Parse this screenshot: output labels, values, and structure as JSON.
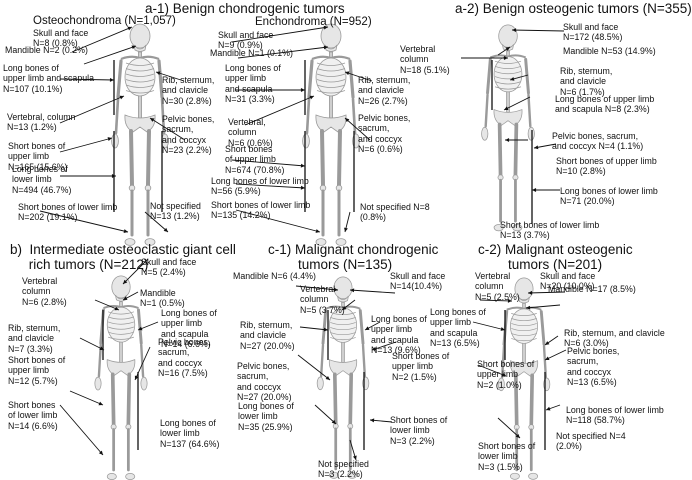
{
  "panels": [
    {
      "id": "a1",
      "title": "a-1) Benign chondrogenic tumors",
      "figures": [
        {
          "subtitle": "Osteochondroma (N=1,057)",
          "labels": [
            {
              "key": "skull",
              "text": "Skull and face\nN=8 (0.8%)"
            },
            {
              "key": "mandible",
              "text": "Mandible N=2 (0.2%)"
            },
            {
              "key": "long_upper",
              "text": "Long bones of\nupper limb and scapula\nN=107 (10.1%)"
            },
            {
              "key": "rib",
              "text": "Rib, sternum,\nand clavicle\nN=30 (2.8%)"
            },
            {
              "key": "vert",
              "text": "Vertebral, column\nN=13 (1.2%)"
            },
            {
              "key": "pelvic",
              "text": "Pelvic bones,\nsacrum,\nand coccyx\nN=23 (2.2%)"
            },
            {
              "key": "short_upper",
              "text": "Short bones of\nupper limb\nN=165 (15.6%)"
            },
            {
              "key": "long_lower",
              "text": "Long bones of\nlower limb\nN=494 (46.7%)"
            },
            {
              "key": "short_lower",
              "text": "Short bones of lower limb\nN=202 (19.1%)"
            },
            {
              "key": "not_spec",
              "text": "Not specified\nN=13 (1.2%)"
            }
          ]
        },
        {
          "subtitle": "Enchondroma (N=952)",
          "labels": [
            {
              "key": "skull",
              "text": "Skull and face\nN=9 (0.9%)"
            },
            {
              "key": "mandible",
              "text": "Mandible N=1 (0.1%)"
            },
            {
              "key": "long_upper",
              "text": "Long bones of\nupper limb\nand scapula\nN=31 (3.3%)"
            },
            {
              "key": "rib",
              "text": "Rib, sternum,\nand clavicle\nN=26 (2.7%)"
            },
            {
              "key": "vert",
              "text": "Vertebral,\ncolumn\nN=6 (0.6%)"
            },
            {
              "key": "pelvic",
              "text": "Pelvic bones,\nsacrum,\nand coccyx\nN=6 (0.6%)"
            },
            {
              "key": "short_upper",
              "text": "Short bones\nof upper limb\nN=674 (70.8%)"
            },
            {
              "key": "long_lower",
              "text": "Long bones of lower limb\nN=56 (5.9%)"
            },
            {
              "key": "short_lower",
              "text": "Short bones of lower limb\nN=135 (14.2%)"
            },
            {
              "key": "not_spec",
              "text": "Not specified N=8\n(0.8%)"
            }
          ]
        }
      ]
    },
    {
      "id": "a2",
      "title": "a-2) Benign osteogenic tumors (N=355)",
      "figures": [
        {
          "subtitle": "",
          "labels": [
            {
              "key": "skull",
              "text": "Skull and face\nN=172 (48.5%)"
            },
            {
              "key": "vert",
              "text": "Vertebral\ncolumn\nN=18 (5.1%)"
            },
            {
              "key": "mandible",
              "text": "Mandible N=53 (14.9%)"
            },
            {
              "key": "rib",
              "text": "Rib, sternum,\nand clavicle\nN=6 (1.7%)"
            },
            {
              "key": "long_upper",
              "text": "Long bones of upper limb\nand scapula N=8 (2.3%)"
            },
            {
              "key": "pelvic",
              "text": "Pelvic bones, sacrum,\nand coccyx N=4 (1.1%)"
            },
            {
              "key": "short_upper",
              "text": "Short bones of upper limb\nN=10 (2.8%)"
            },
            {
              "key": "long_lower",
              "text": "Long bones of lower limb\nN=71 (20.0%)"
            },
            {
              "key": "short_lower",
              "text": "Short bones of lower limb\nN=13 (3.7%)"
            }
          ]
        }
      ]
    },
    {
      "id": "b",
      "title": "b)  Intermediate osteoclastic giant cell\n     rich tumors (N=212)",
      "figures": [
        {
          "subtitle": "",
          "labels": [
            {
              "key": "skull",
              "text": "Skull and face\nN=5 (2.4%)"
            },
            {
              "key": "vert",
              "text": "Vertebral\ncolumn\nN=6 (2.8%)"
            },
            {
              "key": "mandible",
              "text": "Mandible\nN=1 (0.5%)"
            },
            {
              "key": "long_upper",
              "text": "Long bones of\nupper limb\nand scapula\nN=14 (6.6%)"
            },
            {
              "key": "rib",
              "text": "Rib, sternum,\nand clavicle\nN=7 (3.3%)"
            },
            {
              "key": "pelvic",
              "text": "Pelvic bones,\nsacrum,\nand coccyx\nN=16 (7.5%)"
            },
            {
              "key": "short_upper",
              "text": "Short bones of\nupper limb\nN=12 (5.7%)"
            },
            {
              "key": "short_lower",
              "text": "Short bones\nof lower limb\nN=14 (6.6%)"
            },
            {
              "key": "long_lower",
              "text": "Long bones of\nlower limb\nN=137 (64.6%)"
            }
          ]
        }
      ]
    },
    {
      "id": "c1",
      "title": "c-1) Malignant chondrogenic\n        tumors (N=135)",
      "figures": [
        {
          "subtitle": "",
          "labels": [
            {
              "key": "mandible",
              "text": "Mandible N=6 (4.4%)"
            },
            {
              "key": "skull",
              "text": "Skull and face\nN=14(10.4%)"
            },
            {
              "key": "vert",
              "text": "Vertebral\ncolumn\nN=5 (3.7%)"
            },
            {
              "key": "long_upper",
              "text": "Long bones of\nupper limb\nand scapula\nN=13 (9.6%)"
            },
            {
              "key": "rib",
              "text": "Rib, sternum,\nand clavicle\nN=27 (20.0%)"
            },
            {
              "key": "pelvic",
              "text": "Pelvic bones,\nsacrum,\nand coccyx\nN=27 (20.0%)"
            },
            {
              "key": "short_upper",
              "text": "Short bones of\nupper limb\nN=2 (1.5%)"
            },
            {
              "key": "long_lower",
              "text": "Long bones of\nlower limb\nN=35 (25.9%)"
            },
            {
              "key": "short_lower",
              "text": "Short bones of\nlower limb\nN=3 (2.2%)"
            },
            {
              "key": "not_spec",
              "text": "Not specified\nN=3 (2.2%)"
            }
          ]
        }
      ]
    },
    {
      "id": "c2",
      "title": "c-2) Malignant osteogenic\n        tumors (N=201)",
      "figures": [
        {
          "subtitle": "",
          "labels": [
            {
              "key": "vert",
              "text": "Vertebral\ncolumn\nN=5 (2.5%)"
            },
            {
              "key": "skull",
              "text": "Skull and face\nN=20 (10.0%)"
            },
            {
              "key": "mandible",
              "text": "Mandible N=17 (8.5%)"
            },
            {
              "key": "long_upper",
              "text": "Long bones of\nupper limb\nand scapula\nN=13 (6.5%)"
            },
            {
              "key": "rib",
              "text": "Rib, sternum, and clavicle\nN=6 (3.0%)"
            },
            {
              "key": "pelvic",
              "text": "Pelvic bones,\nsacrum,\nand coccyx\nN=13 (6.5%)"
            },
            {
              "key": "short_upper",
              "text": "Short bones of\nupper limb\nN=2 (1.0%)"
            },
            {
              "key": "long_lower",
              "text": "Long bones of lower limb\nN=118 (58.7%)"
            },
            {
              "key": "not_spec",
              "text": "Not specified N=4\n(2.0%)"
            },
            {
              "key": "short_lower",
              "text": "Short bones of\nlower limb\nN=3 (1.5%)"
            }
          ]
        }
      ]
    }
  ]
}
